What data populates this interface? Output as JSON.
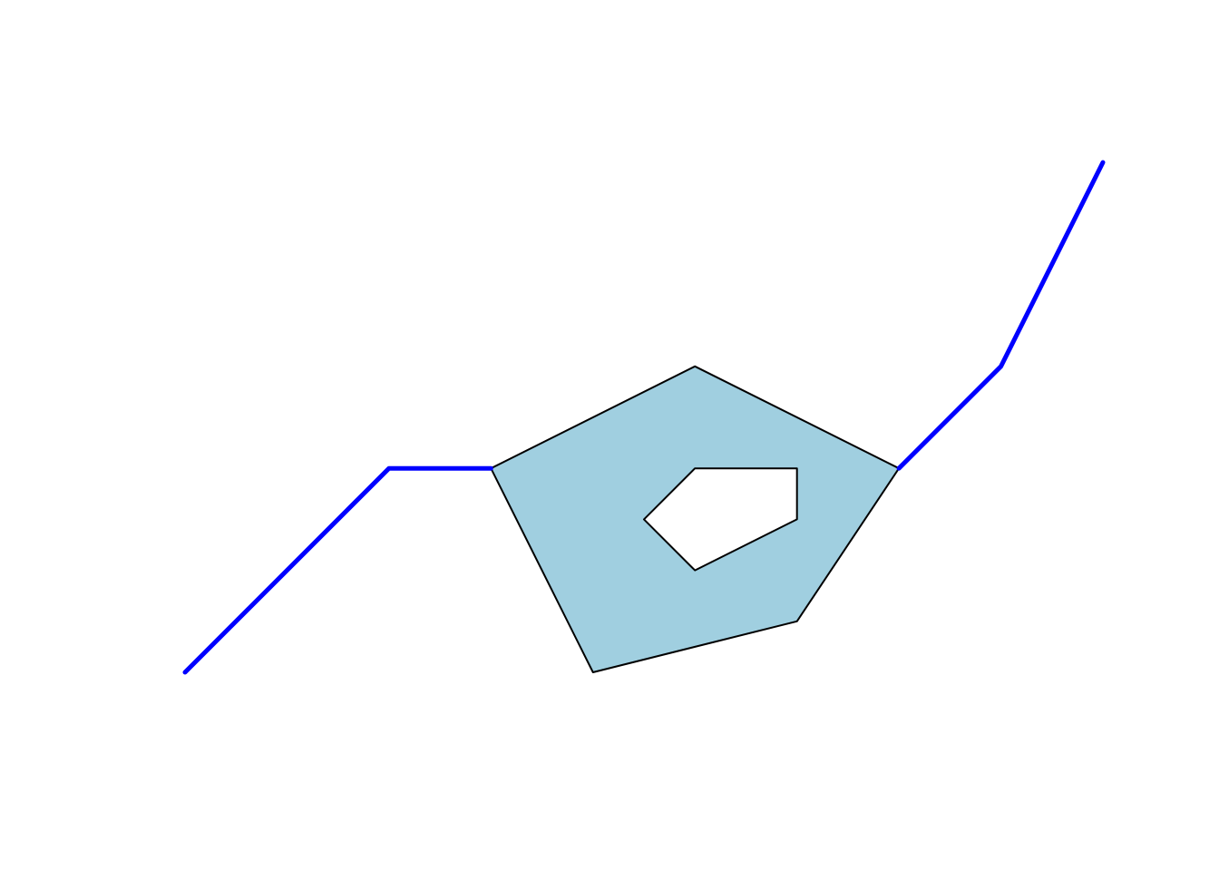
{
  "colors": {
    "background": "#ffffff",
    "line": "#0000ff",
    "polygon_fill": "#a0cfe0",
    "hole_fill": "#ffffff",
    "outline": "#000000"
  },
  "figure": {
    "lines": [
      {
        "name": "line-left",
        "points": [
          [
            0,
            0
          ],
          [
            2,
            2
          ],
          [
            3,
            2
          ]
        ]
      },
      {
        "name": "line-right",
        "points": [
          [
            7,
            2
          ],
          [
            8,
            3
          ],
          [
            9,
            5
          ]
        ]
      }
    ],
    "polygon": {
      "outer": [
        [
          3,
          2
        ],
        [
          5,
          3
        ],
        [
          7,
          2
        ],
        [
          6,
          0.5
        ],
        [
          4,
          0
        ]
      ],
      "hole": [
        [
          4.5,
          1.5
        ],
        [
          5,
          2
        ],
        [
          6,
          2
        ],
        [
          6,
          1.5
        ],
        [
          5,
          1
        ]
      ]
    },
    "xlim": [
      -0.5,
      9.5
    ],
    "ylim": [
      -0.5,
      5.5
    ]
  }
}
